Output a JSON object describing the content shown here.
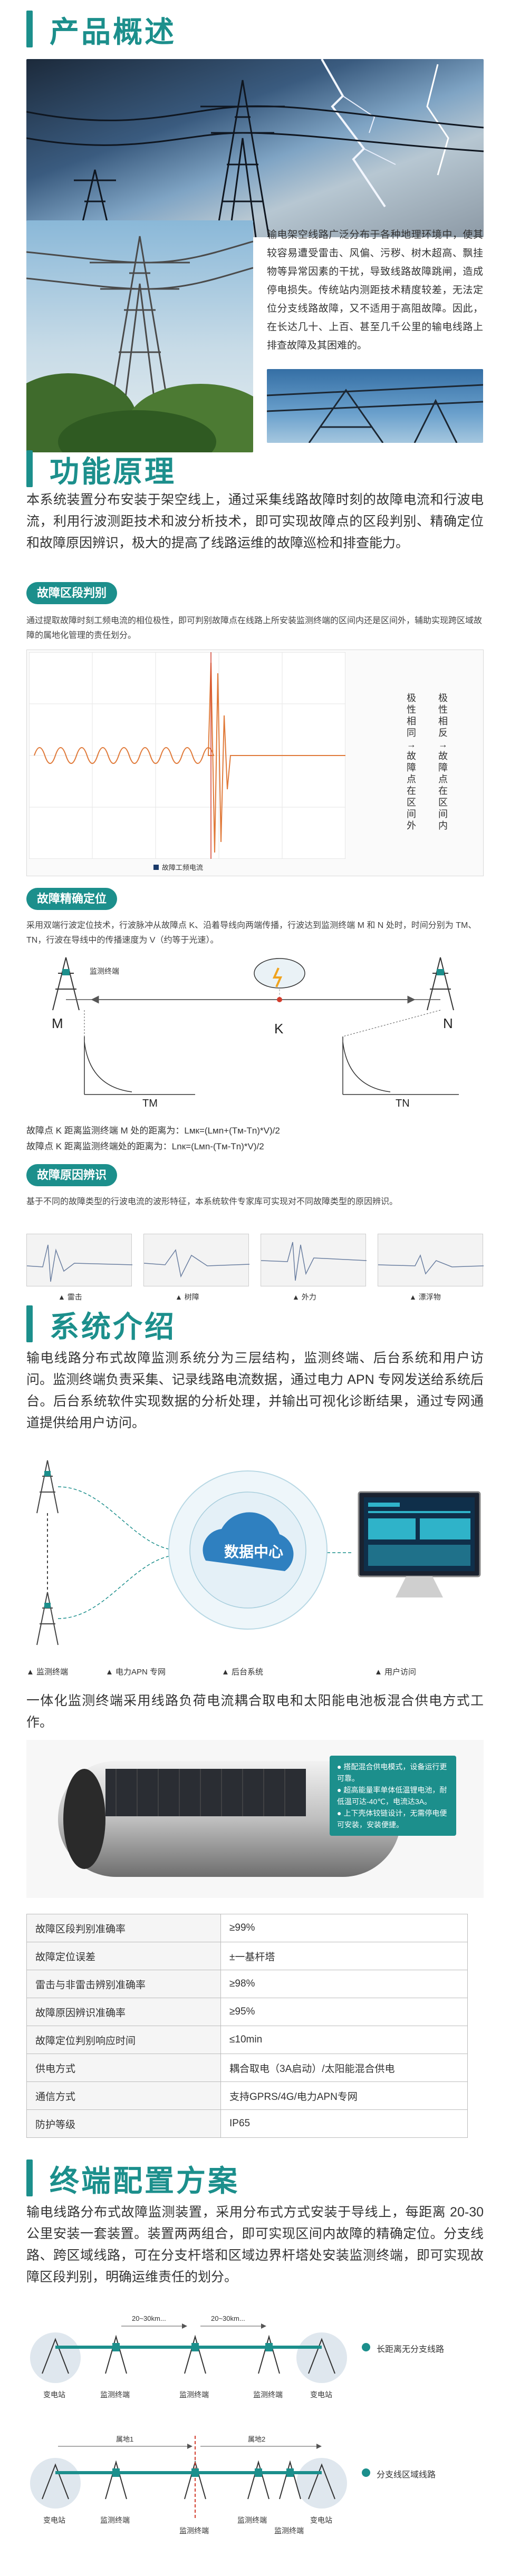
{
  "overview": {
    "title": "产品概述",
    "paragraph": "输电架空线路广泛分布于各种地理环境中，使其较容易遭受雷击、风偏、污秽、树木超高、飘挂物等异常因素的干扰，导致线路故障跳闸，造成停电损失。传统站内测距技术精度较差，无法定位分支线路故障，又不适用于高阻故障。因此，在长达几十、上百、甚至几千公里的输电线路上排查故障及其困难的。"
  },
  "principle": {
    "title": "功能原理",
    "paragraph": "本系统装置分布安装于架空线上，通过采集线路故障时刻的故障电流和行波电流，利用行波测距技术和波分析技术，即可实现故障点的区段判别、精确定位和故障原因辨识，极大的提高了线路运维的故障巡检和排查能力。"
  },
  "section_judge": {
    "pill": "故障区段判别",
    "text": "通过提取故障时刻工频电流的相位极性，即可判别故障点在线路上所安装监测终端的区间内还是区间外，辅助实现跨区域故障的属地化管理的责任划分。",
    "label_out": "极性相同→故障点在区间外",
    "label_in": "极性相反→故障点在区间内",
    "legend": "故障工频电流"
  },
  "precise": {
    "pill": "故障精确定位",
    "text": "采用双端行波定位技术，行波脉冲从故障点 K、沿着导线向两端传播，行波达到监测终端 M 和 N 处时，时间分别为 TM、TN，行波在导线中的传播速度为 V（约等于光速）。",
    "label_terminal": "监测终端",
    "node_m": "M",
    "node_n": "N",
    "node_k": "K",
    "tm": "TM",
    "tn": "TN",
    "formula_m_label": "故障点 K 距离监测终端 M 处的距离为：",
    "formula_m": "Lмк=(Lмn+(Tм-Tn)*V)/2",
    "formula_n_label": "故障点 K 距离监测终端处的距离为：",
    "formula_n": "Lnк=(Lмn-(Tм-Tn)*V)/2"
  },
  "identify": {
    "pill": "故障原因辨识",
    "text": "基于不同的故障类型的行波电流的波形特征，本系统软件专家库可实现对不同故障类型的原因辨识。",
    "waves": [
      {
        "label": "雷击"
      },
      {
        "label": "树障"
      },
      {
        "label": "外力"
      },
      {
        "label": "漂浮物"
      }
    ]
  },
  "system": {
    "title": "系统介绍",
    "paragraph": "输电线路分布式故障监测系统分为三层结构，监测终端、后台系统和用户访问。监测终端负责采集、记录线路电流数据，通过电力 APN 专网发送给系统后台。后台系统软件实现数据的分析处理，并输出可视化诊断结果，通过专网通道提供给用户访问。",
    "cloud_label": "数据中心",
    "legend": [
      {
        "label": "监测终端"
      },
      {
        "label": "电力APN 专网"
      },
      {
        "label": "后台系统"
      },
      {
        "label": "用户访问"
      }
    ],
    "device_intro": "一体化监测终端采用线路负荷电流耦合取电和太阳能电池板混合供电方式工作。",
    "callouts": [
      "搭配混合供电模式，设备运行更可靠。",
      "超高能量率单体低温锂电池，耐低温可达-40℃，电流达3A。",
      "上下壳体铰链设计，无需停电便可安装，安装便捷。"
    ]
  },
  "specs": {
    "rows": [
      {
        "k": "故障区段判别准确率",
        "v": "≥99%"
      },
      {
        "k": "故障定位误差",
        "v": "±一基杆塔"
      },
      {
        "k": "雷击与非雷击辨别准确率",
        "v": "≥98%"
      },
      {
        "k": "故障原因辨识准确率",
        "v": "≥95%"
      },
      {
        "k": "故障定位判别响应时间",
        "v": "≤10min"
      },
      {
        "k": "供电方式",
        "v": "耦合取电（3A启动）/太阳能混合供电"
      },
      {
        "k": "通信方式",
        "v": "支持GPRS/4G/电力APN专网"
      },
      {
        "k": "防护等级",
        "v": "IP65"
      }
    ]
  },
  "deploy": {
    "title": "终端配置方案",
    "paragraph": "输电线路分布式故障监测装置，采用分布式方式安装于导线上，每距离 20-30 公里安装一套装置。装置两两组合，即可实现区间内故障的精确定位。分支线路、跨区域线路，可在分支杆塔和区域边界杆塔处安装监测终端，即可实现故障区段判别，明确运维责任的划分。",
    "row1": {
      "dist1": "20~30km...",
      "dist2": "20~30km...",
      "legend": "长距离无分支线路",
      "labels": [
        "变电站",
        "监测终端",
        "监测终端",
        "监测终端",
        "变电站"
      ]
    },
    "row2": {
      "area1": "属地1",
      "area2": "属地2",
      "legend": "分支线区域线路",
      "labels": [
        "变电站",
        "监测终端",
        "监测终端",
        "监测终端",
        "监测终端",
        "变电站"
      ]
    }
  },
  "colors": {
    "accent": "#1c8f8c",
    "waveform": "#e07a3a",
    "red_marker": "#d23c2c"
  }
}
